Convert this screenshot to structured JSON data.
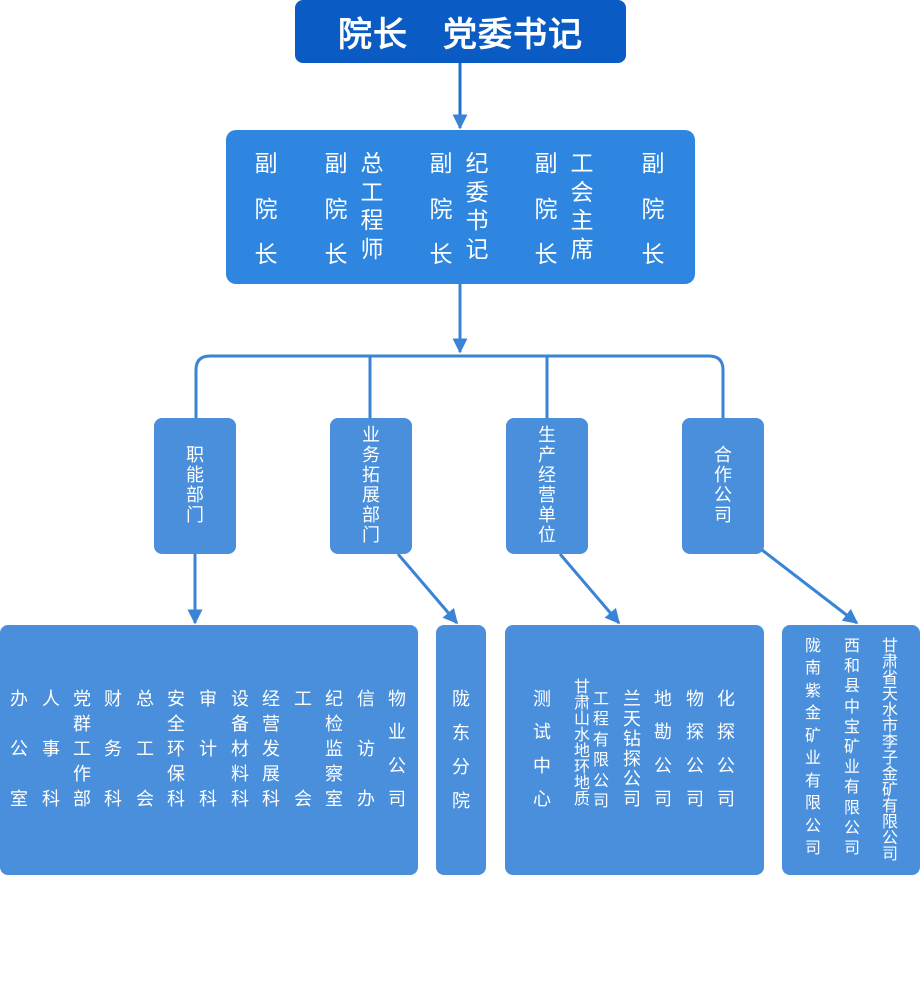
{
  "top": {
    "label": "院长　党委书记"
  },
  "level2": [
    {
      "id": "vp1",
      "label": "副院长"
    },
    {
      "id": "vp2",
      "label": "副院长"
    },
    {
      "id": "chief-engineer",
      "label": "总工程师"
    },
    {
      "id": "vp3",
      "label": "副院长"
    },
    {
      "id": "discipline-secretary",
      "label": "纪委书记"
    },
    {
      "id": "vp4",
      "label": "副院长"
    },
    {
      "id": "union-chair",
      "label": "工会主席"
    },
    {
      "id": "vp5",
      "label": "副院长"
    }
  ],
  "categories": [
    {
      "id": "functional",
      "label": "职能部门"
    },
    {
      "id": "business-dev",
      "label": "业务拓展部门"
    },
    {
      "id": "production",
      "label": "生产经营单位"
    },
    {
      "id": "partners",
      "label": "合作公司"
    }
  ],
  "functional_units": [
    "办公室",
    "人事科",
    "党群工作部",
    "财务科",
    "总工会",
    "安全环保科",
    "审计科",
    "设备材料科",
    "经营发展科",
    "工会",
    "纪检监察室",
    "信访办",
    "物业公司"
  ],
  "business_units": [
    "陇东分院"
  ],
  "production_units": [
    "测试中心",
    "甘肃山水地环地质",
    "工程有限公司",
    "兰天钻探公司",
    "地勘公司",
    "物探公司",
    "化探公司"
  ],
  "partner_units": [
    "陇南紫金矿业有限公司",
    "西和县中宝矿业有限公司",
    "甘肃省天水市李子金矿有限公司"
  ],
  "colors": {
    "top": "#0a5cc4",
    "level2": "#2f86e0",
    "boxes": "#4a8fdb",
    "lines": "#3a84d6"
  }
}
